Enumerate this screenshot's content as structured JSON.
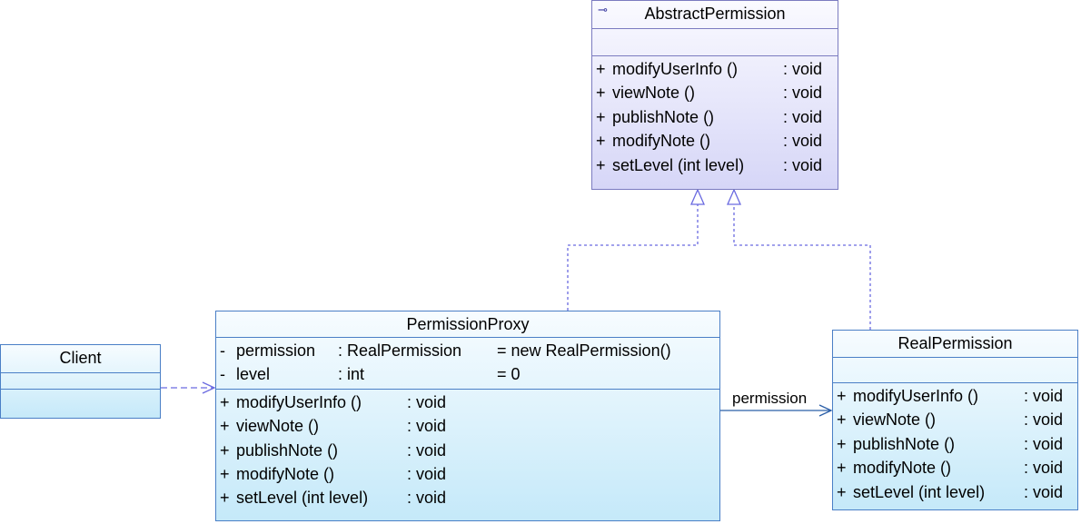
{
  "abstract_permission": {
    "name": "AbstractPermission",
    "icon": "abstract-class-icon",
    "attributes": [],
    "operations": [
      {
        "vis": "+",
        "name": "modifyUserInfo ()",
        "type": ": void"
      },
      {
        "vis": "+",
        "name": "viewNote ()",
        "type": ": void"
      },
      {
        "vis": "+",
        "name": "publishNote ()",
        "type": ": void"
      },
      {
        "vis": "+",
        "name": "modifyNote ()",
        "type": ": void"
      },
      {
        "vis": "+",
        "name": "setLevel (int level)",
        "type": ": void"
      }
    ]
  },
  "permission_proxy": {
    "name": "PermissionProxy",
    "attributes": [
      {
        "vis": "-",
        "name": "permission",
        "type": ": RealPermission",
        "init": "= new RealPermission()"
      },
      {
        "vis": "-",
        "name": "level",
        "type": ": int",
        "init": "= 0"
      }
    ],
    "operations": [
      {
        "vis": "+",
        "name": "modifyUserInfo ()",
        "type": ": void"
      },
      {
        "vis": "+",
        "name": "viewNote ()",
        "type": ": void"
      },
      {
        "vis": "+",
        "name": "publishNote ()",
        "type": ": void"
      },
      {
        "vis": "+",
        "name": "modifyNote ()",
        "type": ": void"
      },
      {
        "vis": "+",
        "name": "setLevel (int level)",
        "type": ": void"
      }
    ]
  },
  "real_permission": {
    "name": "RealPermission",
    "attributes": [],
    "operations": [
      {
        "vis": "+",
        "name": "modifyUserInfo ()",
        "type": ": void"
      },
      {
        "vis": "+",
        "name": "viewNote ()",
        "type": ": void"
      },
      {
        "vis": "+",
        "name": "publishNote ()",
        "type": ": void"
      },
      {
        "vis": "+",
        "name": "modifyNote ()",
        "type": ": void"
      },
      {
        "vis": "+",
        "name": "setLevel (int level)",
        "type": ": void"
      }
    ]
  },
  "client": {
    "name": "Client",
    "attributes": [],
    "operations": []
  },
  "associations": {
    "proxy_to_real_label": "permission"
  },
  "colors": {
    "class_border": "#4a7fc6",
    "abstract_border": "#7b7bc0",
    "connector": "#6a6ae0"
  }
}
